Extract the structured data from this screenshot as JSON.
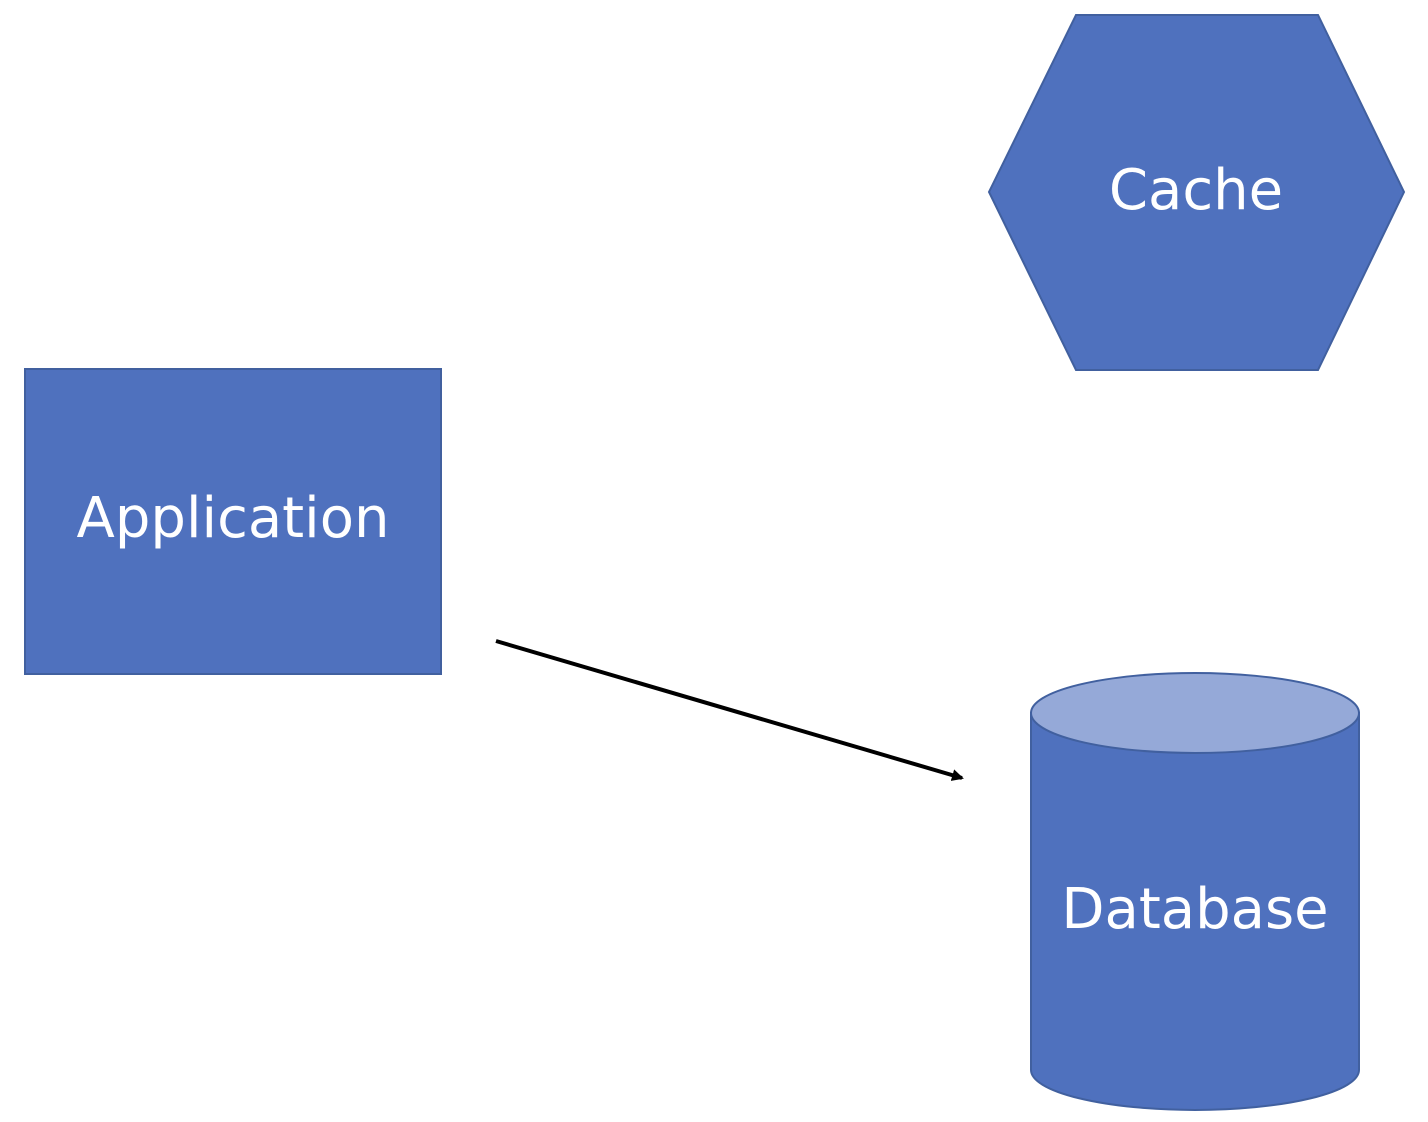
{
  "colors": {
    "shape_fill": "#4F71BE",
    "shape_stroke": "#41609F",
    "cylinder_top_fill": "#95A9D8",
    "arrow": "#000000",
    "label": "#FFFFFF",
    "background": "#FFFFFF"
  },
  "nodes": {
    "cache": {
      "label": "Cache",
      "shape": "hexagon"
    },
    "application": {
      "label": "Application",
      "shape": "rectangle"
    },
    "database": {
      "label": "Database",
      "shape": "cylinder"
    }
  },
  "edges": [
    {
      "from": "application",
      "to": "database",
      "style": "solid-arrow"
    }
  ]
}
